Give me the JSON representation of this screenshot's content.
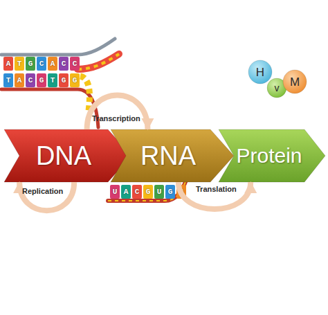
{
  "diagram": {
    "nodes": [
      {
        "text": [
          "DNA"
        ]
      },
      {
        "text": [
          "RNA"
        ]
      },
      {
        "text": [
          "Protein"
        ]
      },
      {
        "text": [
          "H"
        ]
      },
      {
        "text": [
          "v"
        ]
      },
      {
        "text": [
          "M"
        ]
      }
    ],
    "edges": [
      {
        "from": 0,
        "to": 1,
        "arrow": "to",
        "label": "Transcription"
      },
      {
        "from": 0,
        "to": 0,
        "arrow": "to",
        "label": "Replication"
      },
      {
        "from": 1,
        "to": 2,
        "arrow": "to",
        "label": "Translation"
      }
    ],
    "labels": [
      "ATGCACC",
      "TACGTGG",
      "UACGUGG"
    ]
  }
}
